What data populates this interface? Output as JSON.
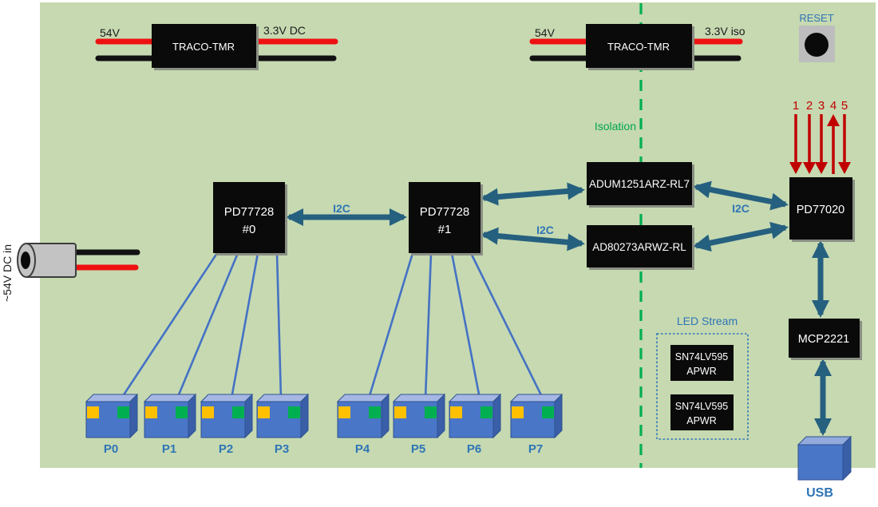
{
  "dc_input": {
    "label": "~54V DC in"
  },
  "power_left": {
    "input": "54V",
    "output": "3.3V DC",
    "block": "TRACO-TMR"
  },
  "power_right": {
    "input": "54V",
    "output": "3.3V iso",
    "block": "TRACO-TMR"
  },
  "reset": {
    "label": "RESET"
  },
  "isolation": {
    "label": "Isolation"
  },
  "chips": {
    "pd0": {
      "line1": "PD77728",
      "line2": "#0"
    },
    "pd1": {
      "line1": "PD77728",
      "line2": "#1"
    },
    "adum": {
      "label": "ADUM1251ARZ-RL7"
    },
    "ad80": {
      "label": "AD80273ARWZ-RL"
    },
    "pd77020": {
      "label": "PD77020"
    },
    "mcp": {
      "label": "MCP2221"
    },
    "sn1": {
      "line1": "SN74LV595",
      "line2": "APWR"
    },
    "sn2": {
      "line1": "SN74LV595",
      "line2": "APWR"
    }
  },
  "i2c": [
    "I2C",
    "I2C",
    "I2C"
  ],
  "signal_numbers": [
    "1",
    "2",
    "3",
    "4",
    "5"
  ],
  "led_stream": {
    "label": "LED Stream"
  },
  "ports": [
    "P0",
    "P1",
    "P2",
    "P3",
    "P4",
    "P5",
    "P6",
    "P7"
  ],
  "usb": {
    "label": "USB"
  },
  "colors": {
    "board": "#c6d9b1",
    "accent_blue": "#2e75b6",
    "arrow_blue": "#26607f",
    "thin_line_blue": "#4472c4",
    "wire_red": "#ee1111",
    "signal_red": "#c00000",
    "isolation_green": "#00b050",
    "port_yellow": "#ffc000",
    "port_green": "#00b050"
  }
}
